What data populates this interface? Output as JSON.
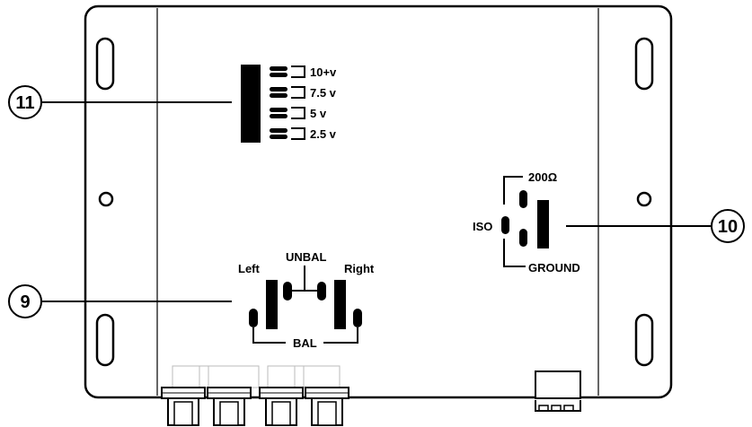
{
  "callouts": {
    "c9": "9",
    "c10": "10",
    "c11": "11"
  },
  "voltage_switch": {
    "labels": [
      "10+v",
      "7.5 v",
      "5 v",
      "2.5 v"
    ]
  },
  "ground_switch": {
    "top_label": "200Ω",
    "left_label": "ISO",
    "bottom_label": "GROUND"
  },
  "balance_switch": {
    "left_label": "Left",
    "center_label": "UNBAL",
    "right_label": "Right",
    "bottom_label": "BAL"
  }
}
